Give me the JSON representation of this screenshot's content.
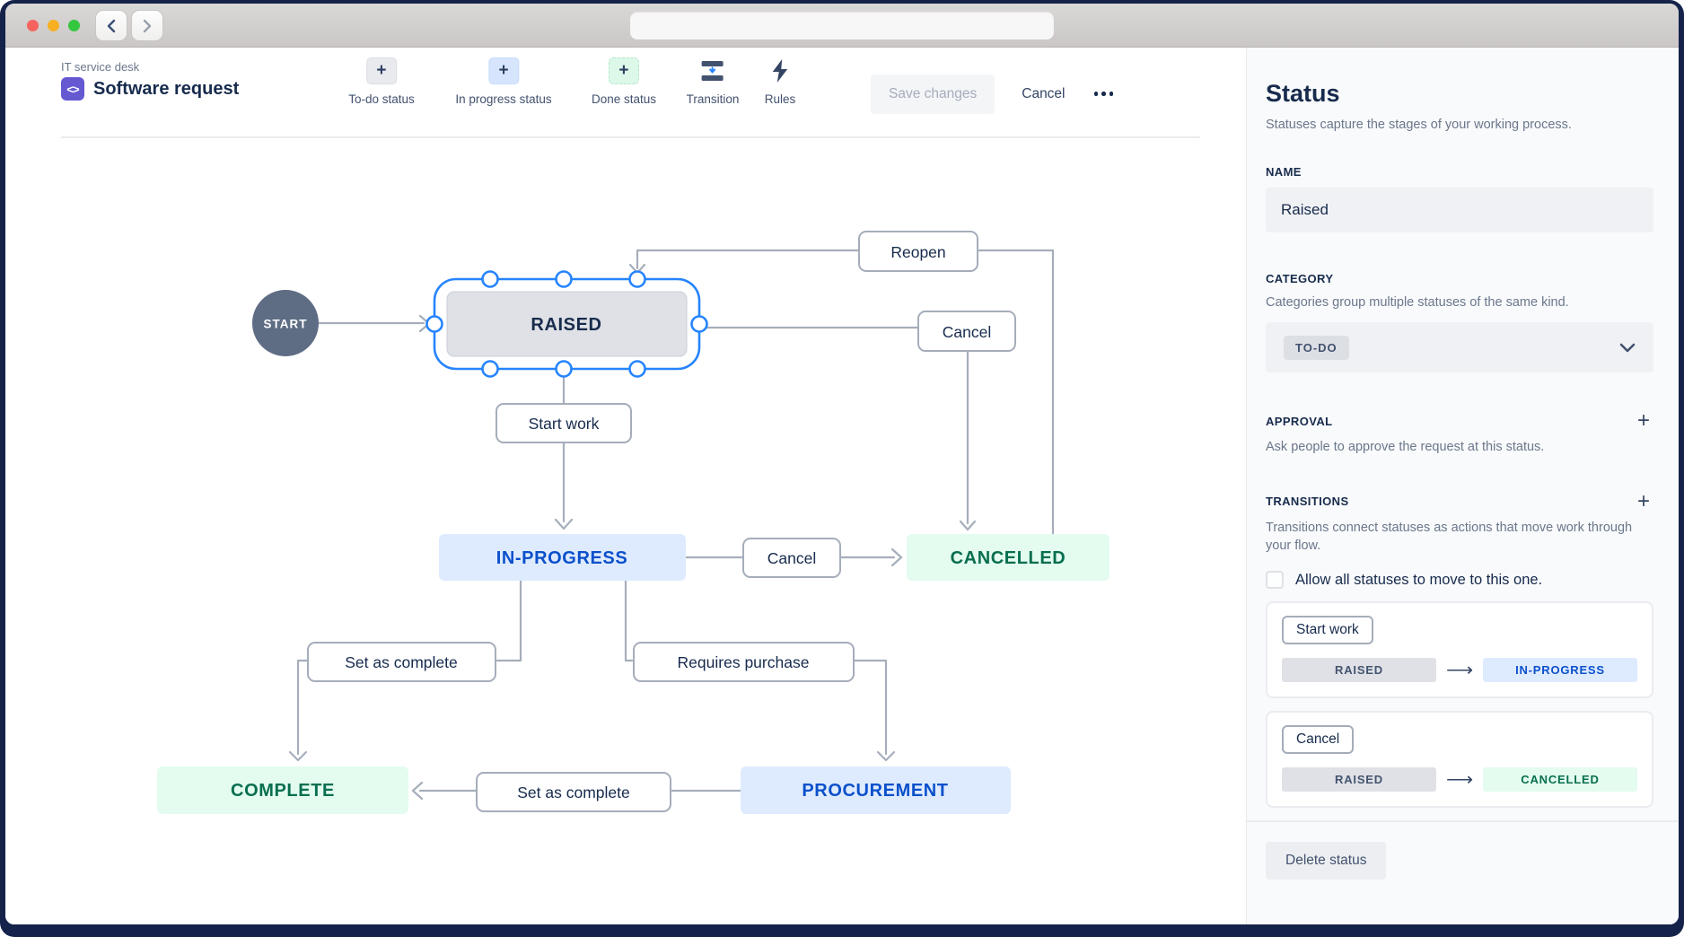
{
  "header": {
    "breadcrumb": "IT service desk",
    "title": "Software request",
    "project_icon_glyph": "<>"
  },
  "toolbar": {
    "plus_glyph": "+",
    "items": [
      {
        "label": "To-do status",
        "icon": "plus-todo"
      },
      {
        "label": "In progress status",
        "icon": "plus-in-progress"
      },
      {
        "label": "Done status",
        "icon": "plus-done"
      },
      {
        "label": "Transition",
        "icon": "transition"
      },
      {
        "label": "Rules",
        "icon": "lightning"
      }
    ]
  },
  "actions": {
    "save": "Save changes",
    "cancel": "Cancel"
  },
  "diagram": {
    "start": "START",
    "nodes": [
      {
        "label": "RAISED",
        "category": "todo",
        "selected": true
      },
      {
        "label": "IN-PROGRESS",
        "category": "in-progress"
      },
      {
        "label": "CANCELLED",
        "category": "done"
      },
      {
        "label": "COMPLETE",
        "category": "done"
      },
      {
        "label": "PROCUREMENT",
        "category": "in-progress"
      }
    ],
    "labels": [
      {
        "label": "Reopen"
      },
      {
        "label": "Cancel"
      },
      {
        "label": "Start work"
      },
      {
        "label": "Cancel"
      },
      {
        "label": "Set as complete"
      },
      {
        "label": "Requires purchase"
      },
      {
        "label": "Set as complete"
      }
    ]
  },
  "panel": {
    "heading": "Status",
    "subtitle": "Statuses capture the stages of your working process.",
    "name": {
      "label": "NAME",
      "value": "Raised"
    },
    "category": {
      "label": "CATEGORY",
      "description": "Categories group multiple statuses of the same kind.",
      "value": "TO-DO"
    },
    "approval": {
      "label": "APPROVAL",
      "description": "Ask people to approve the request at this status."
    },
    "transitions": {
      "label": "TRANSITIONS",
      "description": "Transitions connect statuses as actions that move work through your flow.",
      "checkbox_label": "Allow all statuses to move to this one.",
      "list": [
        {
          "name": "Start work",
          "from": "RAISED",
          "to": "IN-PROGRESS"
        },
        {
          "name": "Cancel",
          "from": "RAISED",
          "to": "CANCELLED"
        }
      ]
    },
    "delete_label": "Delete status"
  },
  "colors": {
    "selection_blue": "#2684FF",
    "todo_gray_bg": "#DFE1E6",
    "in_progress_bg": "#DEEBFF",
    "in_progress_text": "#0B50CB",
    "done_bg": "#E3FCEF",
    "done_text": "#076E4F",
    "start_circle": "#5E6C84",
    "connector_gray": "#A6AEBB",
    "project_icon_purple": "#6459D1"
  }
}
